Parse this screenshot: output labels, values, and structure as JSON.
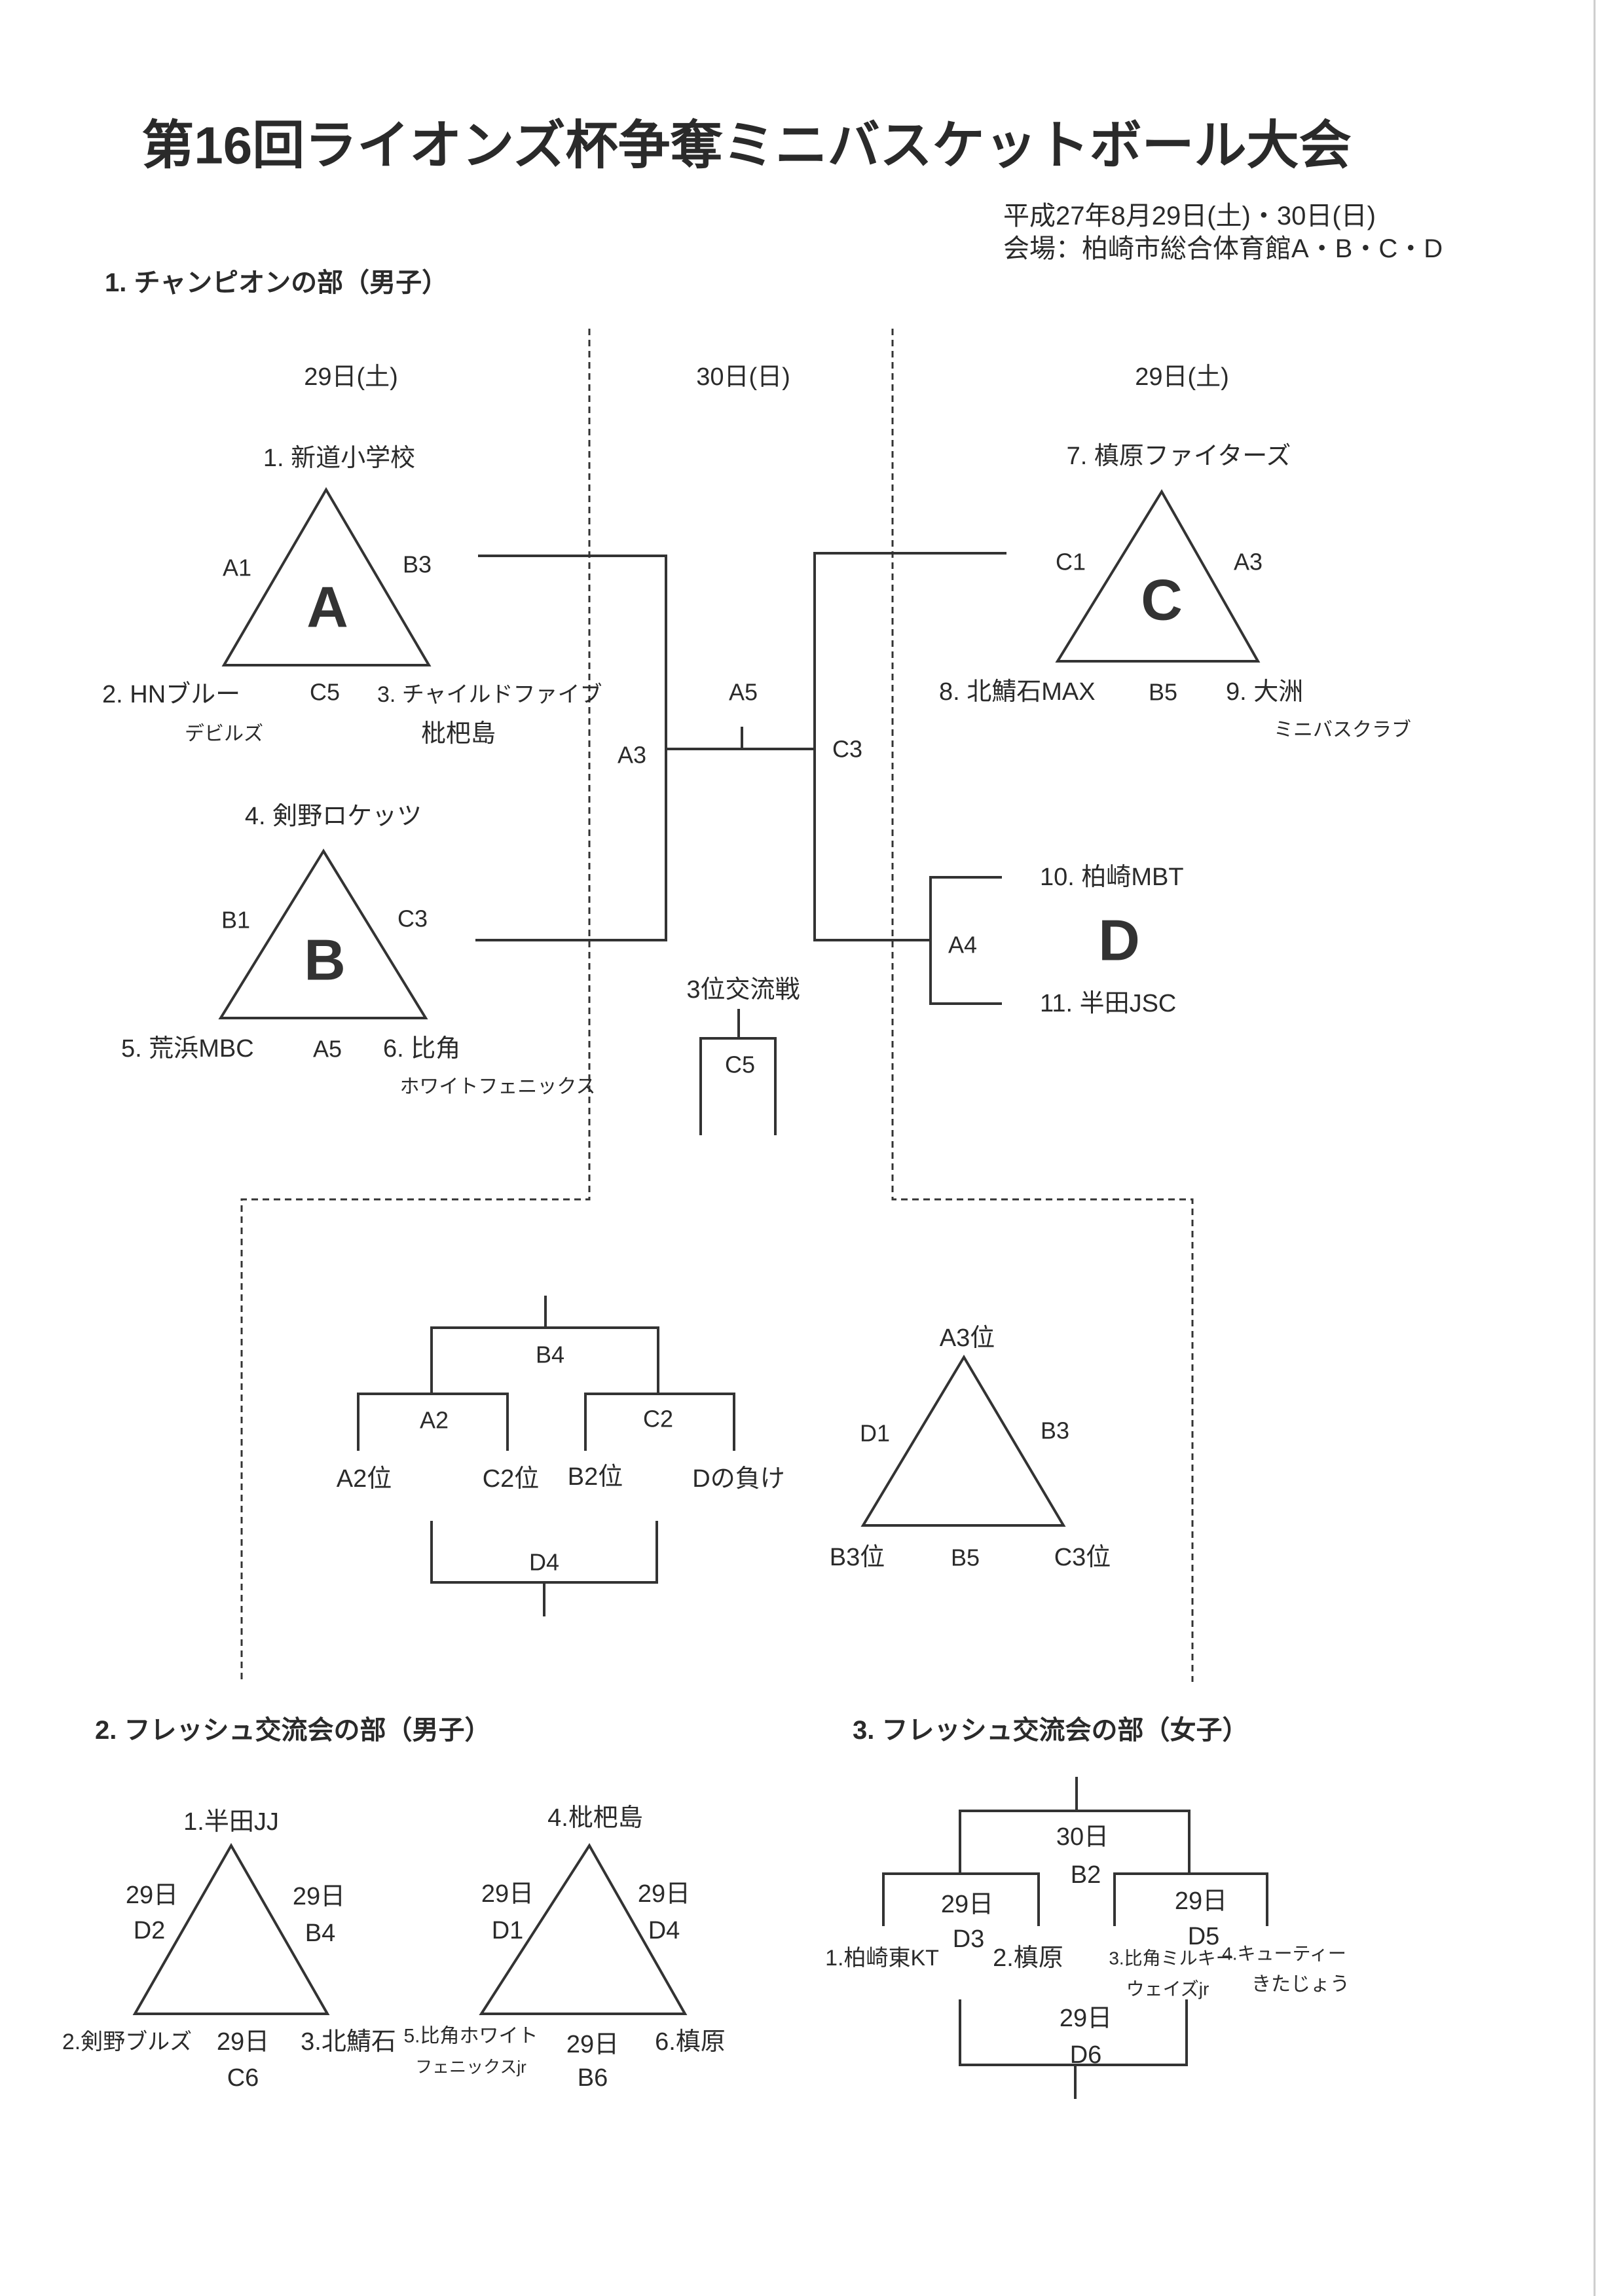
{
  "title": "第16回ライオンズ杯争奪ミニバスケットボール大会",
  "date": "平成27年8月29日(土)・30日(日)",
  "venue": "会場：柏崎市総合体育館A・B・C・D",
  "champion": {
    "heading": "1. チャンピオンの部（男子）",
    "days": [
      "29日(土)",
      "30日(日)",
      "29日(土)"
    ],
    "groupA": {
      "letter": "A",
      "team1": "1. 新道小学校",
      "team2a": "2. HNブルー",
      "team2b": "デビルズ",
      "team3a": "3. チャイルドファイブ",
      "team3b": "枇杷島",
      "m12": "A1",
      "m13": "B3",
      "m23": "C5"
    },
    "groupB": {
      "letter": "B",
      "team4": "4. 剣野ロケッツ",
      "team5": "5. 荒浜MBC",
      "team6a": "6. 比角",
      "team6b": "ホワイトフェニックス",
      "m45": "B1",
      "m46": "C3",
      "m56": "A5"
    },
    "groupC": {
      "letter": "C",
      "team7": "7. 槙原ファイターズ",
      "team8": "8. 北鯖石MAX",
      "team9a": "9. 大洲",
      "team9b": "ミニバスクラブ",
      "m78": "C1",
      "m79": "A3",
      "m89": "B5"
    },
    "groupD": {
      "letter": "D",
      "team10": "10. 柏崎MBT",
      "team11": "11. 半田JSC",
      "m1011": "A4"
    },
    "semi_left": "A3",
    "final": "A5",
    "semi_right": "C3",
    "third_place_label": "3位交流戦",
    "third_place": "C5"
  },
  "consolation": {
    "top": "B4",
    "left_match": "A2",
    "right_match": "C2",
    "entrants": [
      "A2位",
      "C2位",
      "B2位",
      "Dの負け"
    ],
    "bottom": "D4",
    "triangle": {
      "top": "A3位",
      "left": "B3位",
      "right": "C3位",
      "m_left": "D1",
      "m_right": "B3",
      "m_bottom": "B5"
    }
  },
  "fresh_boys": {
    "heading": "2. フレッシュ交流会の部（男子）",
    "group1": {
      "top": "1.半田JJ",
      "left": "2.剣野ブルズ",
      "right": "3.北鯖石",
      "left_day": "29日",
      "left_code": "D2",
      "right_day": "29日",
      "right_code": "B4",
      "bottom_day": "29日",
      "bottom_code": "C6"
    },
    "group2": {
      "top": "4.枇杷島",
      "left_a": "5.比角ホワイト",
      "left_b": "フェニックスjr",
      "right": "6.槙原",
      "left_day": "29日",
      "left_code": "D1",
      "right_day": "29日",
      "right_code": "D4",
      "bottom_day": "29日",
      "bottom_code": "B6"
    }
  },
  "fresh_girls": {
    "heading": "3. フレッシュ交流会の部（女子）",
    "final_day": "30日",
    "final_code": "B2",
    "left_day": "29日",
    "left_code": "D3",
    "right_day": "29日",
    "right_code": "D5",
    "bottom_day": "29日",
    "bottom_code": "D6",
    "team1": "1.柏崎東KT",
    "team2": "2.槙原",
    "team3a": "3.比角ミルキー",
    "team3b": "ウェイズjr",
    "team4a": "4.キューティー",
    "team4b": "きたじょう"
  }
}
